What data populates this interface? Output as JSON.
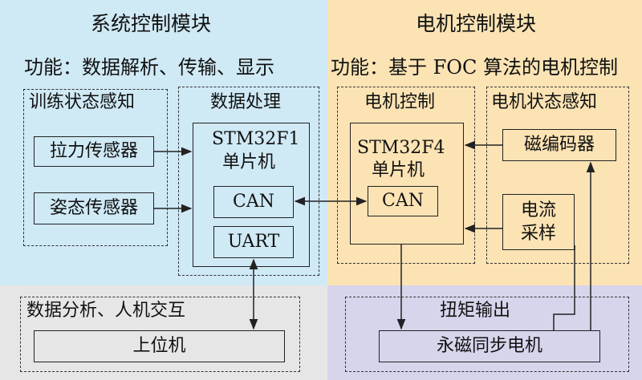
{
  "system_module": {
    "title": "系统控制模块",
    "function": "功能：数据解析、传输、显示",
    "training_sensing": {
      "label": "训练状态感知",
      "tension_sensor": "拉力传感器",
      "posture_sensor": "姿态传感器"
    },
    "data_processing": {
      "label": "数据处理",
      "mcu_line1": "STM32F1",
      "mcu_line2": "单片机",
      "can": "CAN",
      "uart": "UART"
    }
  },
  "motor_module": {
    "title": "电机控制模块",
    "function": "功能：基于 FOC 算法的电机控制",
    "motor_control": {
      "label": "电机控制",
      "mcu_line1": "STM32F4",
      "mcu_line2": "单片机",
      "can": "CAN"
    },
    "motor_sensing": {
      "label": "电机状态感知",
      "encoder": "磁编码器",
      "current_line1": "电流",
      "current_line2": "采样"
    }
  },
  "host": {
    "label": "数据分析、人机交互",
    "pc": "上位机"
  },
  "output": {
    "label": "扭矩输出",
    "motor": "永磁同步电机"
  },
  "colors": {
    "system_bg": "#cfe9f5",
    "motor_bg": "#fbe3b4",
    "host_bg": "#e6e6e6",
    "output_bg": "#d7d5ec"
  }
}
